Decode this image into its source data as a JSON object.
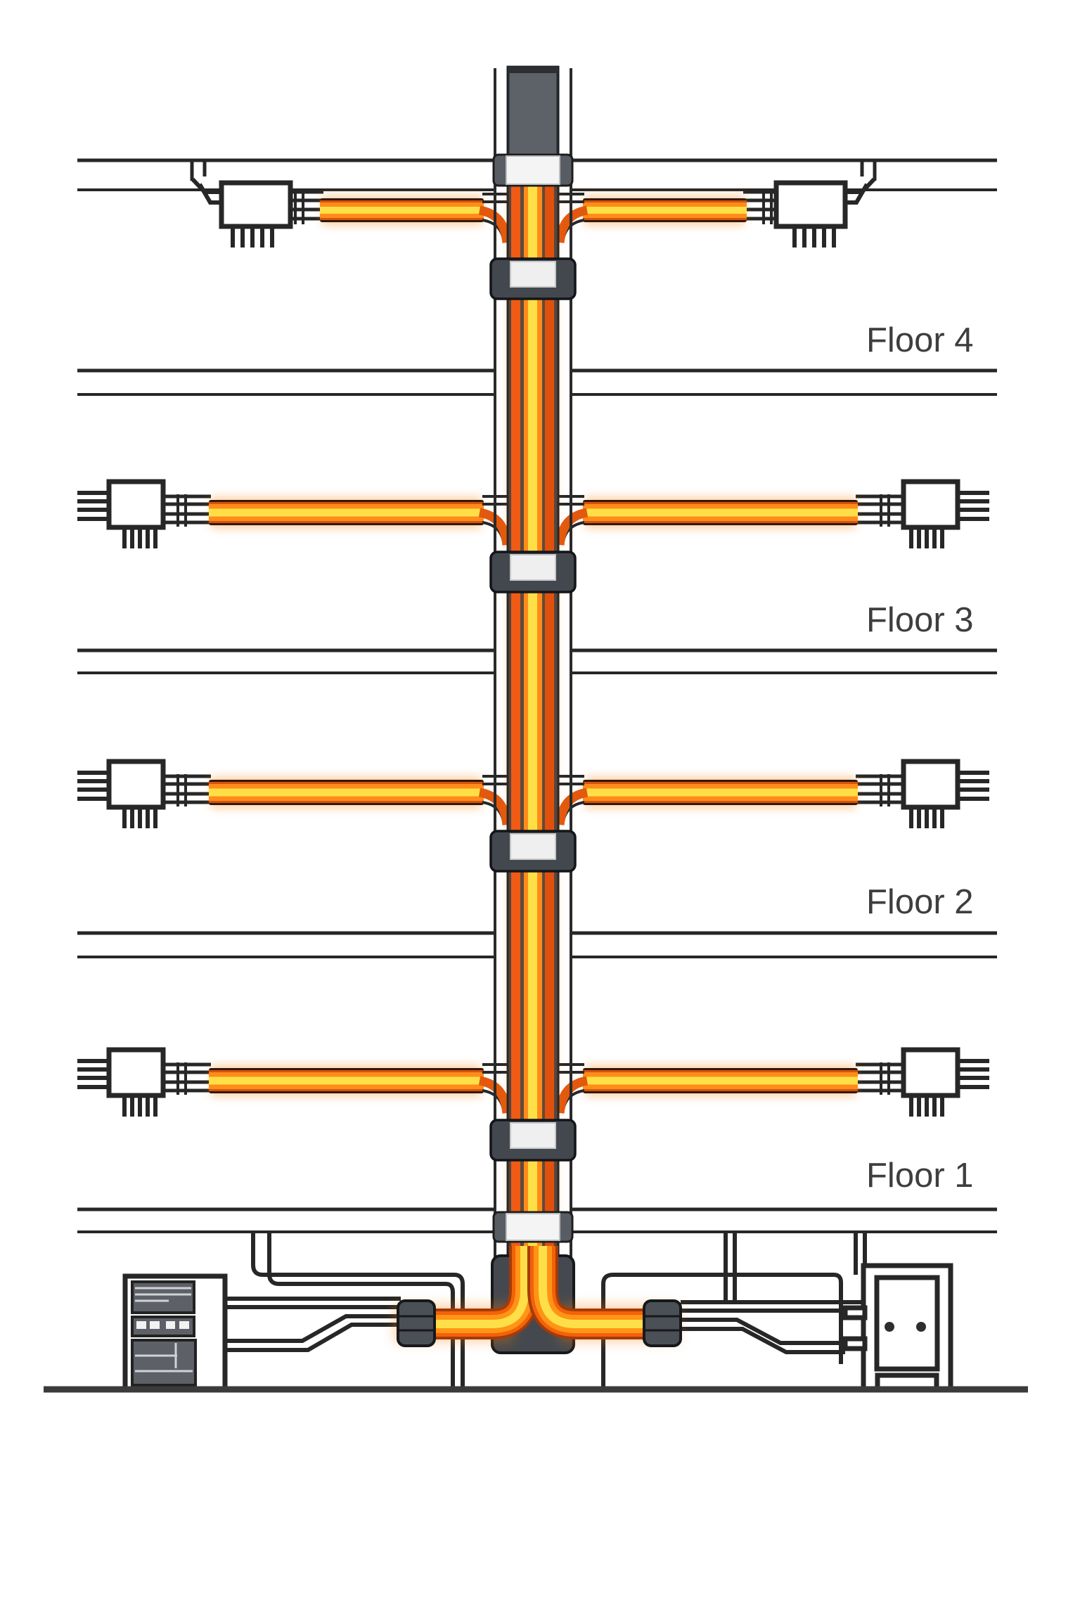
{
  "floors": [
    {
      "label": "Floor 4"
    },
    {
      "label": "Floor 3"
    },
    {
      "label": "Floor 2"
    },
    {
      "label": "Floor 1"
    }
  ],
  "colors": {
    "background": "#ffffff",
    "line": "#272727",
    "text": "#3e3e3e",
    "ground": "#3b3b3b",
    "boxFill": "#ffffff",
    "pipeBody": "#3d4148",
    "pipeTop": "#5d6269",
    "clampBody": "#43474e",
    "clampBand": "#efefef",
    "panelGray": "#5d6167",
    "cableRed": "#e2500e",
    "cableOrange": "#ff8c1a",
    "cableYellow": "#ffdf47",
    "cableGlow": "#ff7b00",
    "cableCasing": "#331807"
  }
}
